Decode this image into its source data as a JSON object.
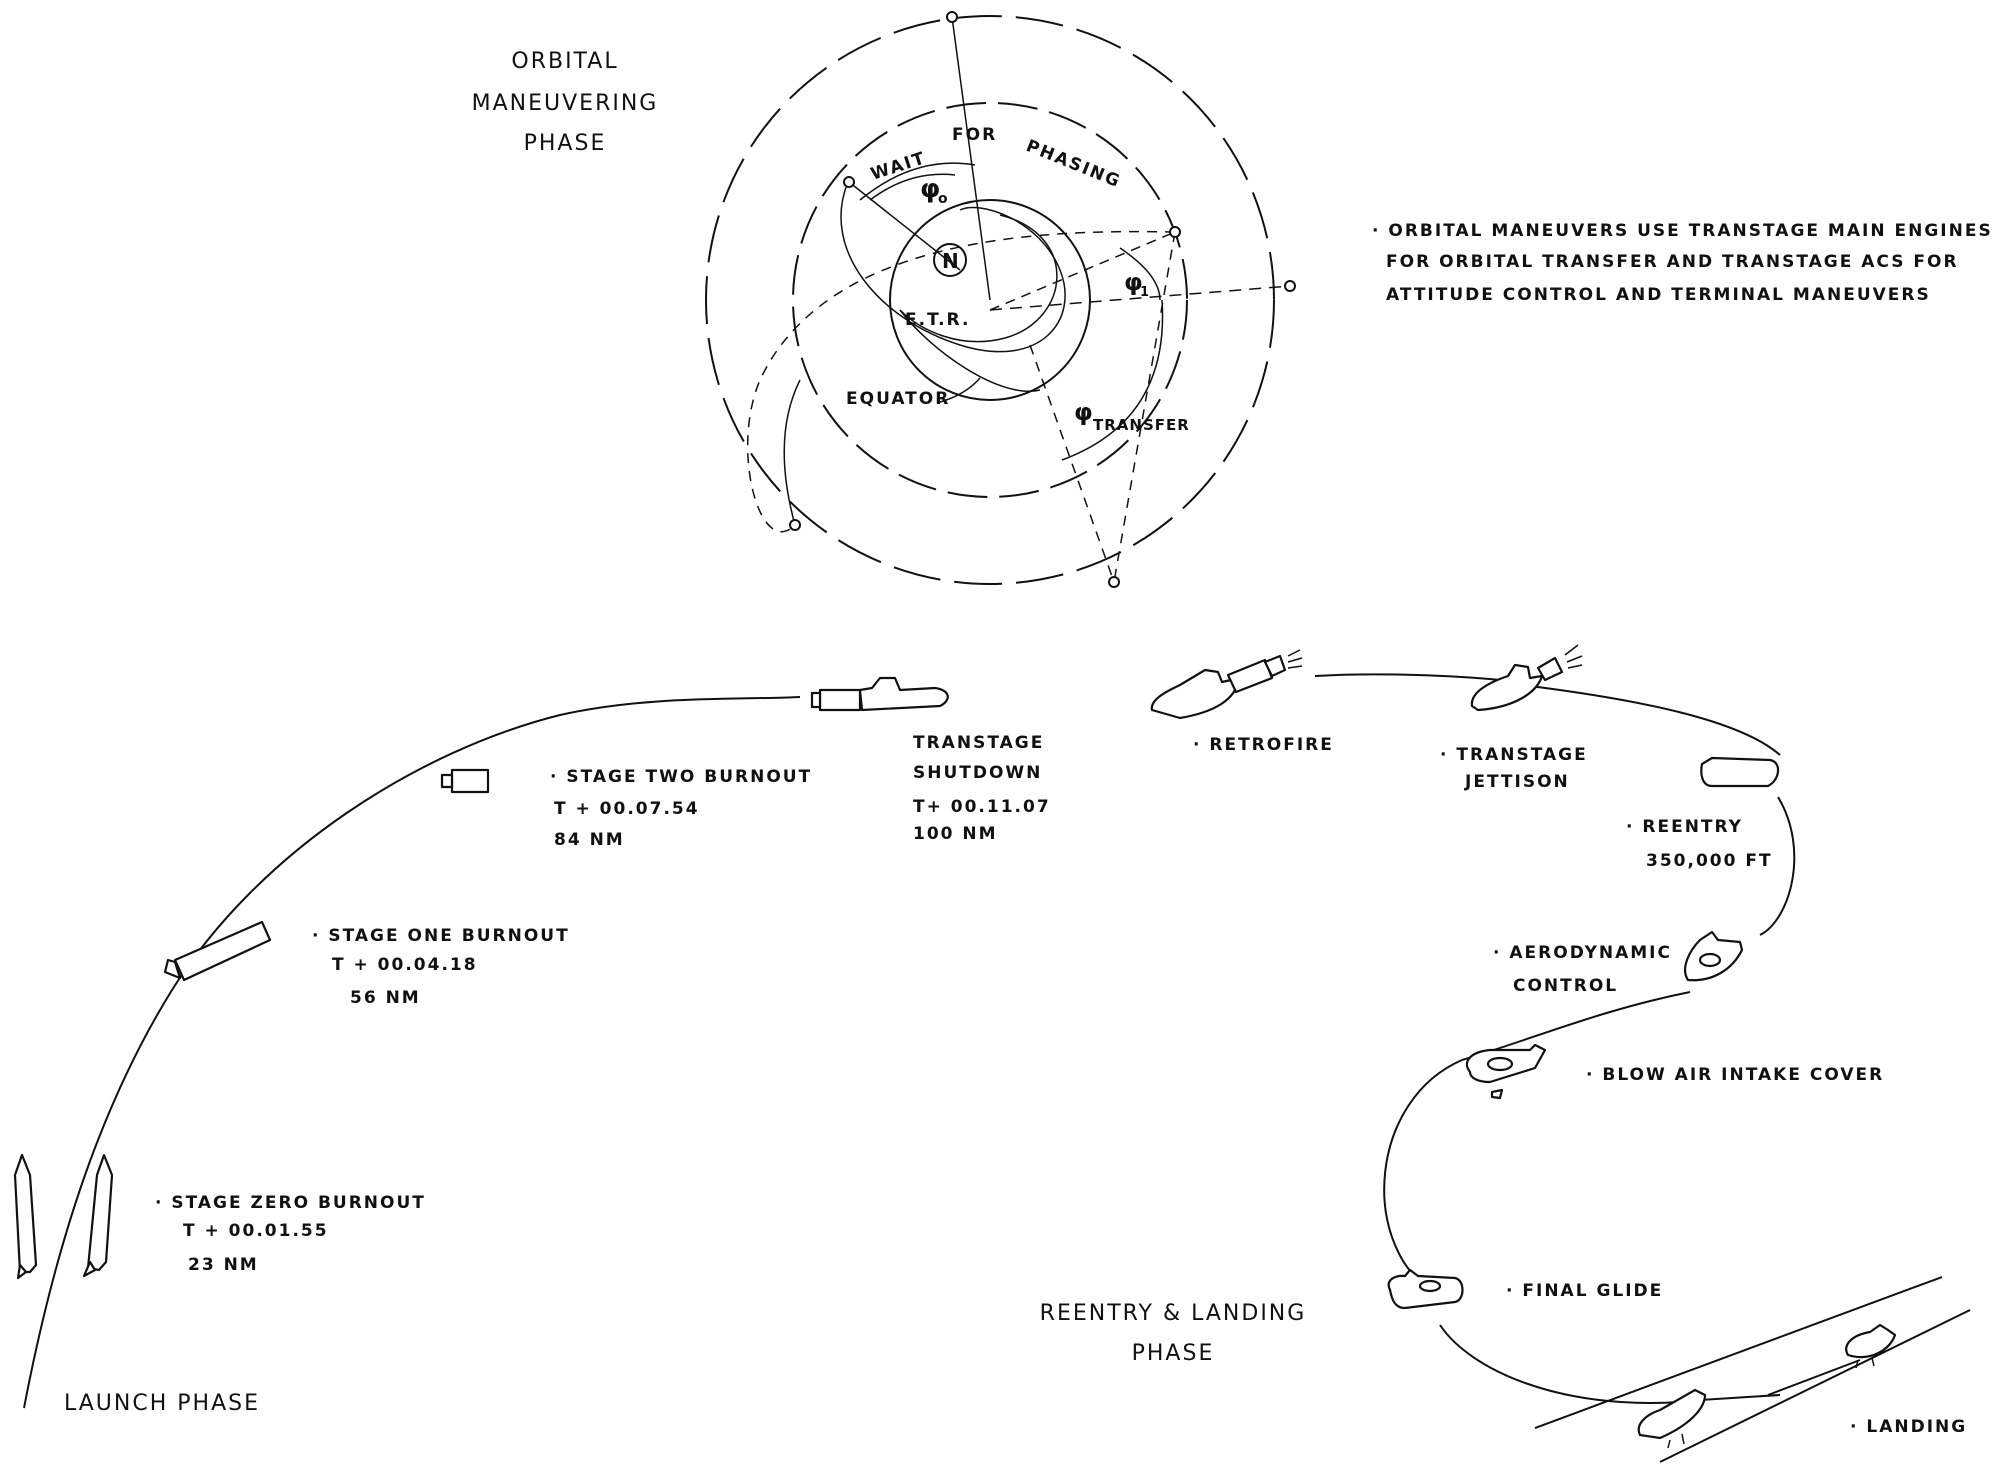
{
  "phases": {
    "orbital": [
      "ORBITAL",
      "MANEUVERING",
      "PHASE"
    ],
    "launch": "LAUNCH  PHASE",
    "reentry": [
      "REENTRY & LANDING",
      "PHASE"
    ]
  },
  "orbit_diagram": {
    "wait_for_phasing": [
      "WAIT",
      "FOR",
      "PHASING"
    ],
    "phi0": "φ",
    "phi0_sub": "o",
    "phi1": "φ",
    "phi1_sub": "1",
    "phi_transfer": "φ",
    "phi_transfer_sub": "TRANSFER",
    "north": "N",
    "etr": "E.T.R.",
    "equator": "EQUATOR"
  },
  "note": [
    "· ORBITAL  MANEUVERS  USE  TRANSTAGE  MAIN  ENGINES",
    "FOR ORBITAL  TRANSFER  AND  TRANSTAGE   ACS  FOR",
    "ATTITUDE   CONTROL  AND  TERMINAL  MANEUVERS"
  ],
  "events": {
    "stage_zero": [
      "· STAGE  ZERO  BURNOUT",
      "T +  00.01.55",
      "23  NM"
    ],
    "stage_one": [
      "· STAGE  ONE  BURNOUT",
      "T  +   00.04.18",
      "56  NM"
    ],
    "stage_two": [
      "· STAGE  TWO  BURNOUT",
      "T +  00.07.54",
      "84  NM"
    ],
    "transtage_shutdown": [
      "TRANSTAGE",
      "SHUTDOWN",
      "T+  00.11.07",
      "100  NM"
    ],
    "retrofire": "·  RETROFIRE",
    "transtage_jettison": [
      "·  TRANSTAGE",
      "JETTISON"
    ],
    "reentry": [
      "·  REENTRY",
      "350,000 FT"
    ],
    "aerodynamic_control": [
      "·  AERODYNAMIC",
      "CONTROL"
    ],
    "blow_air_intake": "·  BLOW  AIR  INTAKE  COVER",
    "final_glide": "·  FINAL   GLIDE",
    "landing": "·  LANDING"
  },
  "colors": {
    "ink": "#111111",
    "paper": "#ffffff"
  }
}
